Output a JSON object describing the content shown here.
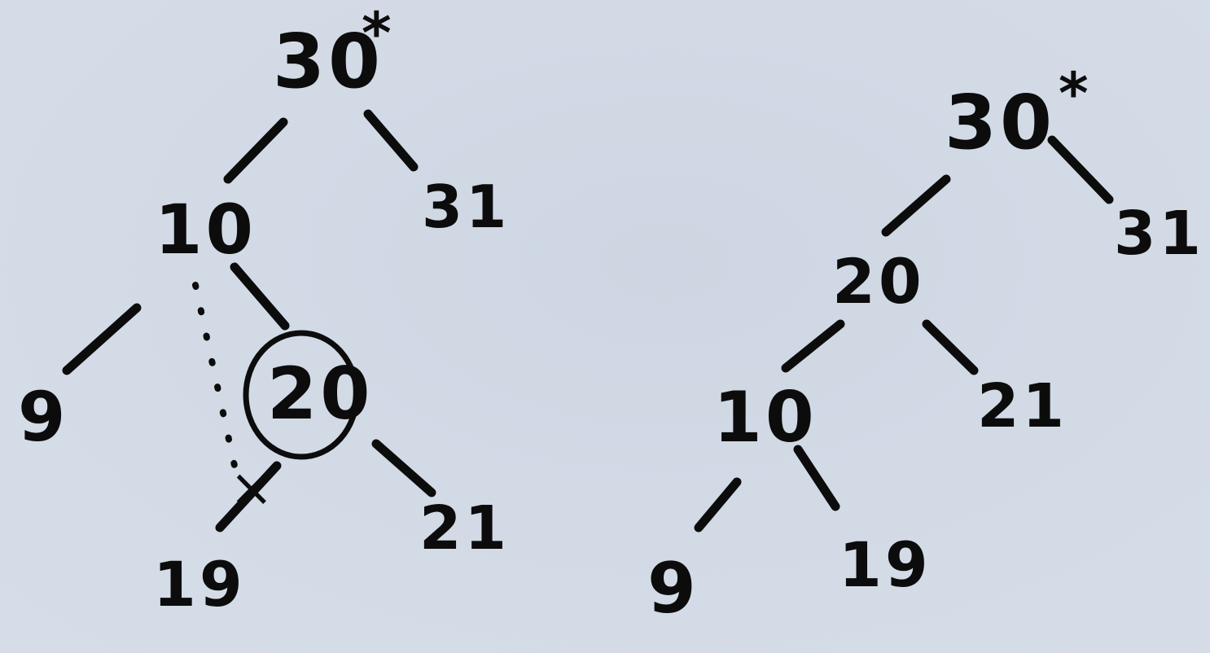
{
  "before_tree": {
    "root": "30",
    "root_mark": "*",
    "left_child": "10",
    "right_child": "31",
    "left_left": "9",
    "pivot": "20",
    "pivot_left": "19",
    "pivot_right": "21",
    "cut_mark": "×"
  },
  "after_tree": {
    "root": "30",
    "root_mark": "*",
    "left_child": "20",
    "right_child": "31",
    "left_left": "10",
    "left_right": "21",
    "ll_left": "9",
    "ll_right": "19"
  }
}
